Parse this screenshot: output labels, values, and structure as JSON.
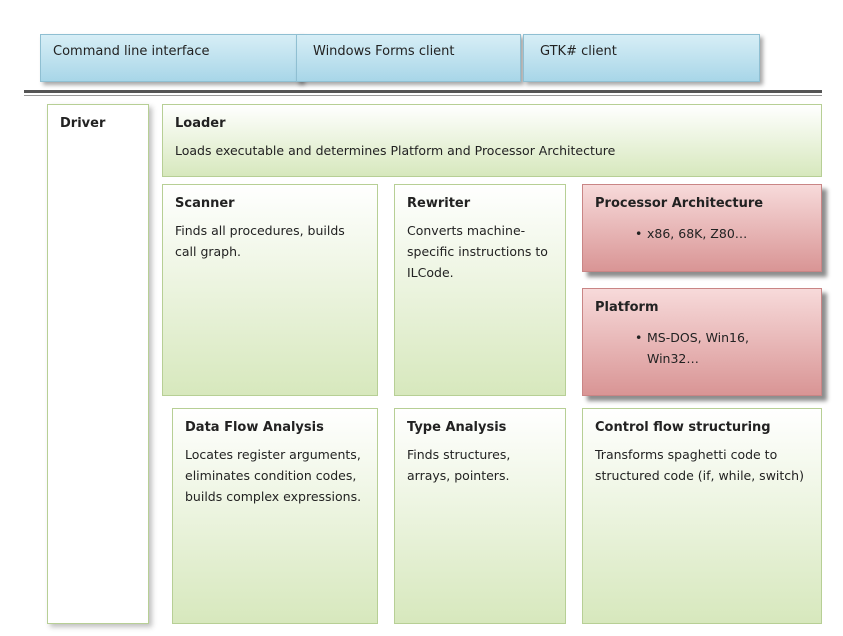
{
  "clients": [
    {
      "label": "Command line interface"
    },
    {
      "label": "Windows Forms client"
    },
    {
      "label": "GTK# client"
    }
  ],
  "driver": {
    "title": "Driver"
  },
  "loader": {
    "title": "Loader",
    "desc": "Loads executable and determines Platform and Processor Architecture"
  },
  "scanner": {
    "title": "Scanner",
    "desc": "Finds all procedures, builds call graph."
  },
  "rewriter": {
    "title": "Rewriter",
    "desc": "Converts machine-specific instructions to ILCode."
  },
  "processor_architecture": {
    "title": "Processor Architecture",
    "items": [
      "x86,  68K, Z80…"
    ]
  },
  "platform": {
    "title": "Platform",
    "items": [
      "MS-DOS, Win16, Win32…"
    ]
  },
  "data_flow_analysis": {
    "title": "Data Flow Analysis",
    "desc": "Locates register arguments, eliminates condition codes, builds complex expressions."
  },
  "type_analysis": {
    "title": "Type Analysis",
    "desc": "Finds structures, arrays, pointers."
  },
  "control_flow_structuring": {
    "title": "Control flow structuring",
    "desc": "Transforms spaghetti code to structured code (if, while, switch)"
  },
  "colors": {
    "client_fill": "#a8d6e8",
    "component_fill": "#d7e8bd",
    "plugin_fill": "#d99595"
  }
}
